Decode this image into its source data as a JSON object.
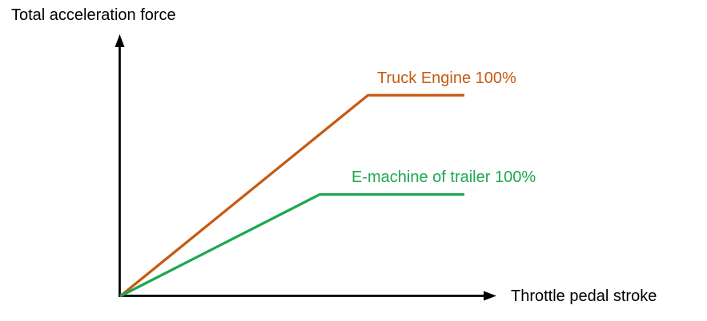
{
  "chart_data": {
    "type": "line",
    "ylabel": "Total acceleration force",
    "xlabel": "Throttle pedal stroke",
    "x_range": [
      0,
      1
    ],
    "y_range": [
      0,
      1
    ],
    "grid": false,
    "axis_ticks": false,
    "axis_color": "#000000",
    "text_color": "#000000",
    "background_color": "#ffffff",
    "legend_position": "labels-above-line-plateaus",
    "series": [
      {
        "name": "Truck Engine 100%",
        "color": "#C55A11",
        "points": [
          [
            0,
            0
          ],
          [
            0.72,
            0.77
          ],
          [
            1.0,
            0.77
          ]
        ]
      },
      {
        "name": "E-machine of trailer 100%",
        "color": "#1EA750",
        "points": [
          [
            0,
            0
          ],
          [
            0.58,
            0.39
          ],
          [
            1.0,
            0.39
          ]
        ]
      }
    ]
  }
}
